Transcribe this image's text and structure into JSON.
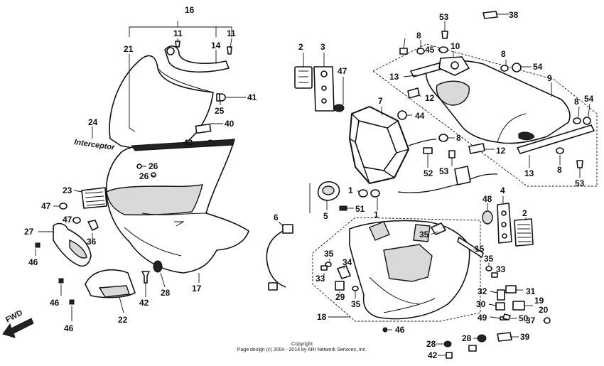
{
  "labels": [
    "16",
    "11",
    "14",
    "11",
    "21",
    "41",
    "25",
    "40",
    "24",
    "43",
    "26",
    "26",
    "23",
    "47",
    "27",
    "47",
    "36",
    "46",
    "46",
    "46",
    "22",
    "42",
    "28",
    "17",
    "2",
    "3",
    "47",
    "7",
    "44",
    "8",
    "52",
    "53",
    "1",
    "1",
    "51",
    "5",
    "6",
    "53",
    "8",
    "45",
    "10",
    "13",
    "12",
    "9",
    "8",
    "54",
    "8",
    "54",
    "12",
    "13",
    "8",
    "53",
    "38",
    "48",
    "4",
    "2",
    "35",
    "15",
    "35",
    "34",
    "33",
    "29",
    "35",
    "35",
    "33",
    "32",
    "31",
    "30",
    "19",
    "20",
    "49",
    "50",
    "37",
    "18",
    "46",
    "28",
    "39",
    "42",
    "28"
  ],
  "fwd_label": "FWD",
  "decal_text": "Interceptor",
  "footer": {
    "line1": "Copyright",
    "line2": "Page design (c) 2004 - 2014 by ARI Network Services, Inc."
  },
  "colors": {
    "ink": "#111111",
    "paper": "#ffffff",
    "shade": "#d9d9d9"
  }
}
